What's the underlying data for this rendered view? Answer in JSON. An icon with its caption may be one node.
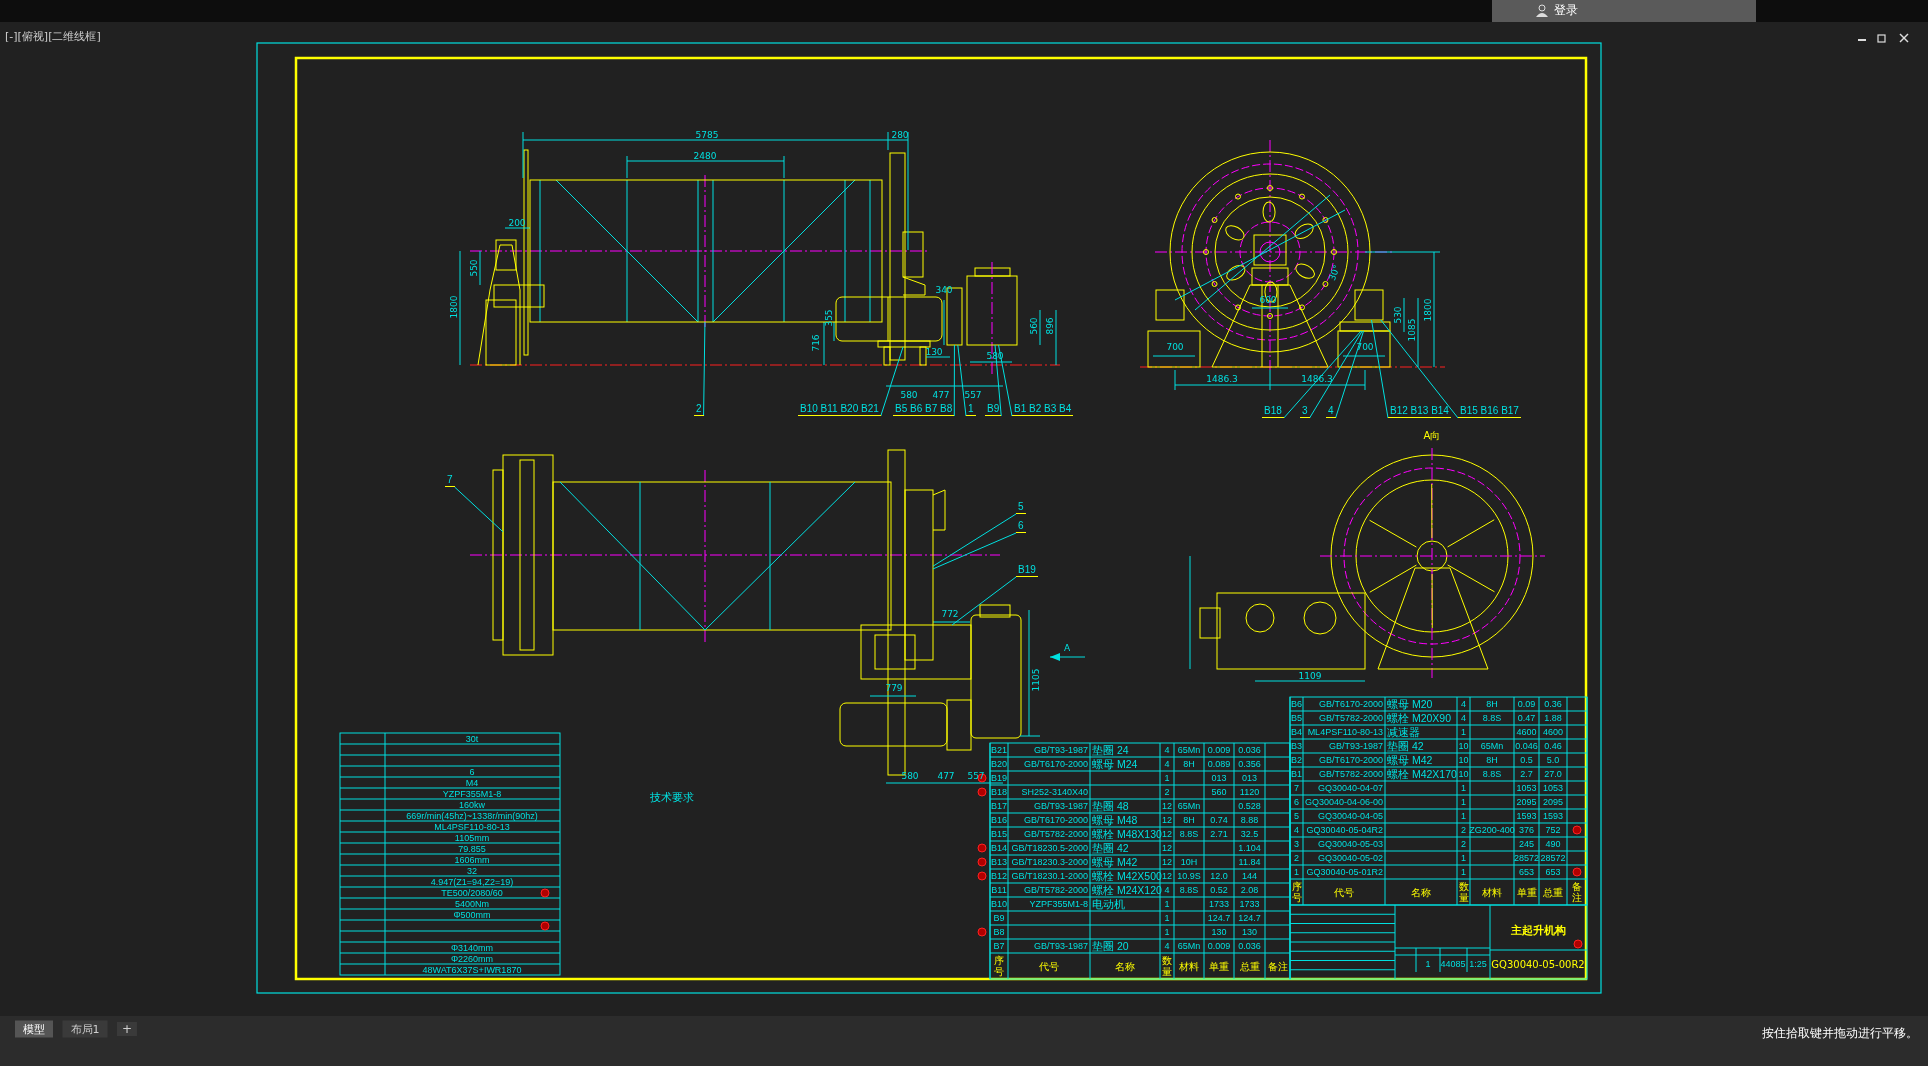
{
  "diagram": {
    "nodes": [
      {
        "text": [
          "2"
        ]
      },
      {
        "text": [
          "B10 B11 B20 B21"
        ]
      },
      {
        "text": [
          "B5 B6 B7 B8"
        ]
      },
      {
        "text": [
          "1"
        ]
      },
      {
        "text": [
          "B9"
        ]
      },
      {
        "text": [
          "B1 B2 B3 B4"
        ]
      },
      {
        "text": [
          "B18"
        ]
      },
      {
        "text": [
          "3"
        ]
      },
      {
        "text": [
          "4"
        ]
      },
      {
        "text": [
          "B12 B13 B14"
        ]
      },
      {
        "text": [
          "B15 B16 B17"
        ]
      },
      {
        "text": [
          "7"
        ]
      },
      {
        "text": [
          "5"
        ]
      },
      {
        "text": [
          "6"
        ]
      },
      {
        "text": [
          "B19"
        ]
      },
      {
        "text": [],
        "shape": "box"
      },
      {
        "text": [],
        "shape": "box"
      },
      {
        "text": [],
        "shape": "box"
      },
      {
        "text": [],
        "shape": "box"
      },
      {
        "text": [],
        "shape": "box"
      },
      {
        "text": [],
        "shape": "box"
      },
      {
        "text": [],
        "shape": "box"
      },
      {
        "text": [],
        "shape": "box"
      },
      {
        "text": [],
        "shape": "box"
      }
    ],
    "edges": [
      {
        "from": 0,
        "to": 15,
        "arrow": "none"
      },
      {
        "from": 1,
        "to": 16,
        "arrow": "none"
      },
      {
        "from": 2,
        "to": 17,
        "arrow": "none"
      },
      {
        "from": 3,
        "to": 17,
        "arrow": "none"
      },
      {
        "from": 4,
        "to": 18,
        "arrow": "none"
      },
      {
        "from": 5,
        "to": 18,
        "arrow": "none"
      },
      {
        "from": 6,
        "to": 20,
        "arrow": "none"
      },
      {
        "from": 7,
        "to": 20,
        "arrow": "none"
      },
      {
        "from": 8,
        "to": 20,
        "arrow": "none"
      },
      {
        "from": 9,
        "to": 19,
        "arrow": "none"
      },
      {
        "from": 10,
        "to": 19,
        "arrow": "none"
      },
      {
        "from": 11,
        "to": 21,
        "arrow": "none"
      },
      {
        "from": 12,
        "to": 22,
        "arrow": "none"
      },
      {
        "from": 13,
        "to": 22,
        "arrow": "none"
      },
      {
        "from": 14,
        "to": 23,
        "arrow": "none"
      }
    ],
    "labels": [
      "[-][俯视][二维线框]",
      "登录",
      "5785",
      "280",
      "2480",
      "200",
      "550",
      "1800",
      "716",
      "355",
      "340",
      "130",
      "560",
      "896",
      "580",
      "477",
      "557",
      "580",
      "30°",
      "600",
      "700",
      "700",
      "1486.3",
      "1486.3",
      "530",
      "1085",
      "1800",
      "772",
      "779",
      "1105",
      "580",
      "477",
      "557",
      "A",
      "A向",
      "1109",
      "30t",
      "6",
      "M4",
      "YZPF355M1-8",
      "160kw",
      "669r/min(45hz)~1338r/min(90hz)",
      "ML4PSF110-80-13",
      "1105mm",
      "79.855",
      "1606mm",
      "32",
      "4.947(Z1=94,Z2=19)",
      "TE500/2080/60",
      "5400Nm",
      "Φ500mm",
      "Φ3140mm",
      "Φ2260mm",
      "48WAT6X37S+IWR1870",
      "技术要求",
      "B21",
      "GB/T93-1987",
      "垫圈 24",
      "4",
      "65Mn",
      "0.009",
      "0.036",
      "B20",
      "GB/T6170-2000",
      "螺母 M24",
      "4",
      "8H",
      "0.089",
      "0.356",
      "B19",
      "1",
      "013",
      "013",
      "B18",
      "SH252-3140X40",
      "2",
      "560",
      "1120",
      "B17",
      "GB/T93-1987",
      "垫圈 48",
      "12",
      "65Mn",
      "0.528",
      "B16",
      "GB/T6170-2000",
      "螺母 M48",
      "12",
      "8H",
      "0.74",
      "8.88",
      "B15",
      "GB/T5782-2000",
      "螺栓 M48X130",
      "12",
      "8.8S",
      "2.71",
      "32.5",
      "B14",
      "GB/T18230.5-2000",
      "垫圈 42",
      "12",
      "1.104",
      "B13",
      "GB/T18230.3-2000",
      "螺母 M42",
      "12",
      "10H",
      "11.84",
      "B12",
      "GB/T18230.1-2000",
      "螺栓 M42X500",
      "12",
      "10.9S",
      "12.0",
      "144",
      "B11",
      "GB/T5782-2000",
      "螺栓 M24X120",
      "4",
      "8.8S",
      "0.52",
      "2.08",
      "B10",
      "YZPF355M1-8",
      "电动机",
      "1",
      "1733",
      "1733",
      "B9",
      "1",
      "124.7",
      "124.7",
      "B8",
      "1",
      "130",
      "130",
      "B7",
      "GB/T93-1987",
      "垫圈 20",
      "4",
      "65Mn",
      "0.009",
      "0.036",
      "序号",
      "代号",
      "名称",
      "数量",
      "材料",
      "单重",
      "总重",
      "备注",
      "B6",
      "GB/T6170-2000",
      "螺母 M20",
      "4",
      "8H",
      "0.09",
      "0.36",
      "B5",
      "GB/T5782-2000",
      "螺栓 M20X90",
      "4",
      "8.8S",
      "0.47",
      "1.88",
      "B4",
      "ML4PSF110-80-13",
      "减速器",
      "1",
      "4600",
      "4600",
      "B3",
      "GB/T93-1987",
      "垫圈 42",
      "10",
      "65Mn",
      "0.046",
      "0.46",
      "B2",
      "GB/T6170-2000",
      "螺母 M42",
      "10",
      "8H",
      "0.5",
      "5.0",
      "B1",
      "GB/T5782-2000",
      "螺栓 M42X170",
      "10",
      "8.8S",
      "2.7",
      "27.0",
      "7",
      "GQ30040-04-07",
      "1",
      "1053",
      "1053",
      "6",
      "GQ30040-04-06-00",
      "1",
      "2095",
      "2095",
      "5",
      "GQ30040-04-05",
      "1",
      "1593",
      "1593",
      "4",
      "GQ30040-05-04R2",
      "2",
      "ZG200-400",
      "376",
      "752",
      "3",
      "GQ30040-05-03",
      "2",
      "245",
      "490",
      "2",
      "GQ30040-05-02",
      "1",
      "28572",
      "28572",
      "1",
      "GQ30040-05-01R2",
      "1",
      "653",
      "653",
      "序号",
      "代号",
      "名称",
      "数量",
      "材料",
      "单重",
      "总重",
      "备注",
      "主起升机构",
      "GQ30040-05-00R2",
      "1",
      "44085",
      "1:25",
      "模型",
      "布局1",
      "+",
      "按住拾取键并拖动进行平移。"
    ]
  }
}
